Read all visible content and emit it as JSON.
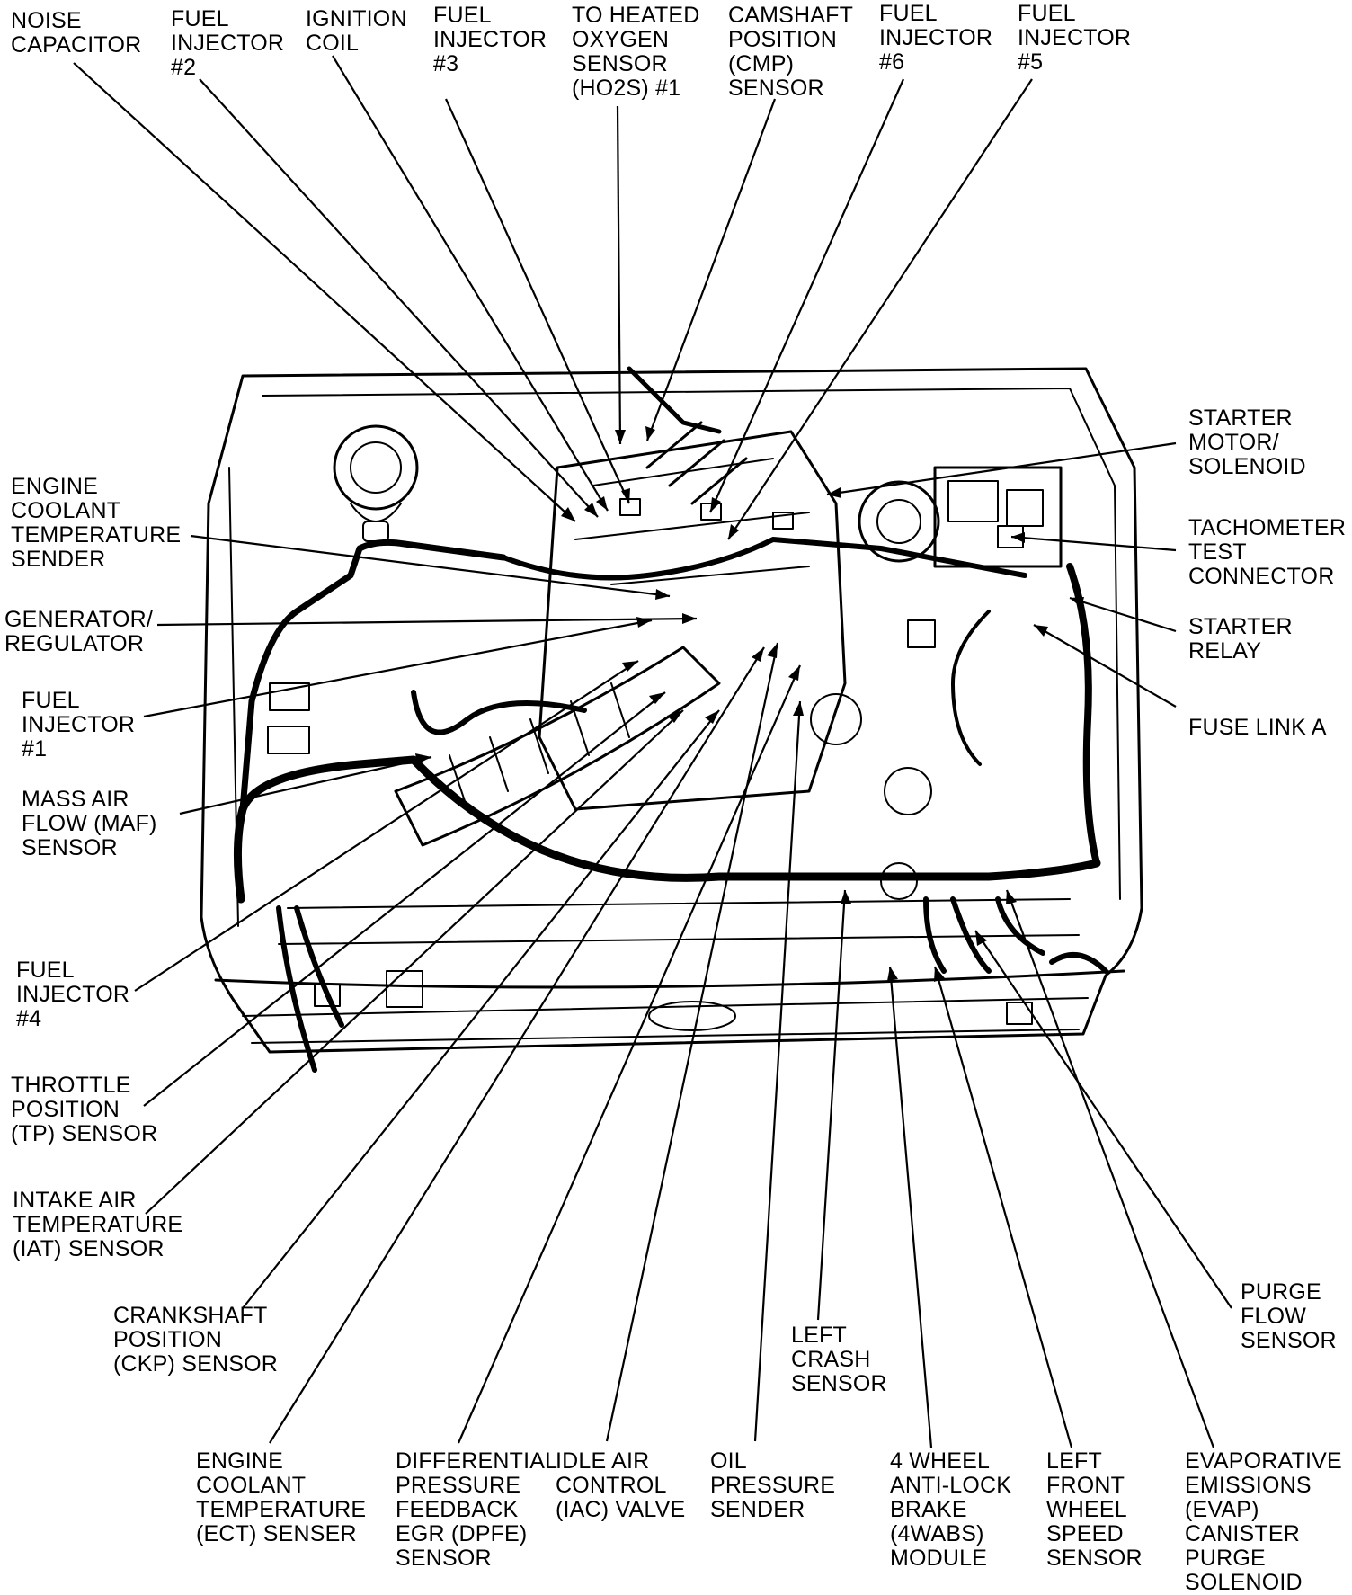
{
  "labels": [
    {
      "id": "noise-capacitor",
      "lines": [
        "NOISE",
        "CAPACITOR"
      ]
    },
    {
      "id": "fuel-injector-2",
      "lines": [
        "FUEL",
        "INJECTOR",
        "#2"
      ]
    },
    {
      "id": "ignition-coil",
      "lines": [
        "IGNITION",
        "COIL"
      ]
    },
    {
      "id": "fuel-injector-3",
      "lines": [
        "FUEL",
        "INJECTOR",
        "#3"
      ]
    },
    {
      "id": "heated-oxygen-sensor",
      "lines": [
        "TO HEATED",
        "OXYGEN",
        "SENSOR",
        "(HO2S) #1"
      ]
    },
    {
      "id": "camshaft-position-sensor",
      "lines": [
        "CAMSHAFT",
        "POSITION",
        "(CMP)",
        "SENSOR"
      ]
    },
    {
      "id": "fuel-injector-6",
      "lines": [
        "FUEL",
        "INJECTOR",
        "#6"
      ]
    },
    {
      "id": "fuel-injector-5",
      "lines": [
        "FUEL",
        "INJECTOR",
        "#5"
      ]
    },
    {
      "id": "starter-motor-solenoid",
      "lines": [
        "STARTER",
        "MOTOR/",
        "SOLENOID"
      ]
    },
    {
      "id": "tachometer-test-connector",
      "lines": [
        "TACHOMETER",
        "TEST",
        "CONNECTOR"
      ]
    },
    {
      "id": "starter-relay",
      "lines": [
        "STARTER",
        "RELAY"
      ]
    },
    {
      "id": "fuse-link-a",
      "lines": [
        "FUSE LINK A"
      ]
    },
    {
      "id": "engine-coolant-temperature-sender",
      "lines": [
        "ENGINE",
        "COOLANT",
        "TEMPERATURE",
        "SENDER"
      ]
    },
    {
      "id": "generator-regulator",
      "lines": [
        "GENERATOR/",
        "REGULATOR"
      ]
    },
    {
      "id": "fuel-injector-1",
      "lines": [
        "FUEL",
        "INJECTOR",
        "#1"
      ]
    },
    {
      "id": "mass-air-flow-sensor",
      "lines": [
        "MASS AIR",
        "FLOW (MAF)",
        "SENSOR"
      ]
    },
    {
      "id": "fuel-injector-4",
      "lines": [
        "FUEL",
        "INJECTOR",
        "#4"
      ]
    },
    {
      "id": "throttle-position-sensor",
      "lines": [
        "THROTTLE",
        "POSITION",
        "(TP) SENSOR"
      ]
    },
    {
      "id": "intake-air-temperature-sensor",
      "lines": [
        "INTAKE AIR",
        "TEMPERATURE",
        "(IAT) SENSOR"
      ]
    },
    {
      "id": "crankshaft-position-sensor",
      "lines": [
        "CRANKSHAFT",
        "POSITION",
        "(CKP) SENSOR"
      ]
    },
    {
      "id": "engine-coolant-temperature-senser",
      "lines": [
        "ENGINE",
        "COOLANT",
        "TEMPERATURE",
        "(ECT) SENSER"
      ]
    },
    {
      "id": "dpfe-sensor",
      "lines": [
        "DIFFERENTIAL",
        "PRESSURE",
        "FEEDBACK",
        "EGR (DPFE)",
        "SENSOR"
      ]
    },
    {
      "id": "idle-air-control-valve",
      "lines": [
        "IDLE AIR",
        "CONTROL",
        "(IAC) VALVE"
      ]
    },
    {
      "id": "oil-pressure-sender",
      "lines": [
        "OIL",
        "PRESSURE",
        "SENDER"
      ]
    },
    {
      "id": "left-crash-sensor",
      "lines": [
        "LEFT",
        "CRASH",
        "SENSOR"
      ]
    },
    {
      "id": "four-wheel-anti-lock-brake-module",
      "lines": [
        "4 WHEEL",
        "ANTI-LOCK",
        "BRAKE",
        "(4WABS)",
        "MODULE"
      ]
    },
    {
      "id": "left-front-wheel-speed-sensor",
      "lines": [
        "LEFT",
        "FRONT",
        "WHEEL",
        "SPEED",
        "SENSOR"
      ]
    },
    {
      "id": "purge-flow-sensor",
      "lines": [
        "PURGE",
        "FLOW",
        "SENSOR"
      ]
    },
    {
      "id": "evap-canister-purge-solenoid",
      "lines": [
        "EVAPORATIVE",
        "EMISSIONS",
        "(EVAP)",
        "CANISTER",
        "PURGE",
        "SOLENOID"
      ]
    }
  ]
}
